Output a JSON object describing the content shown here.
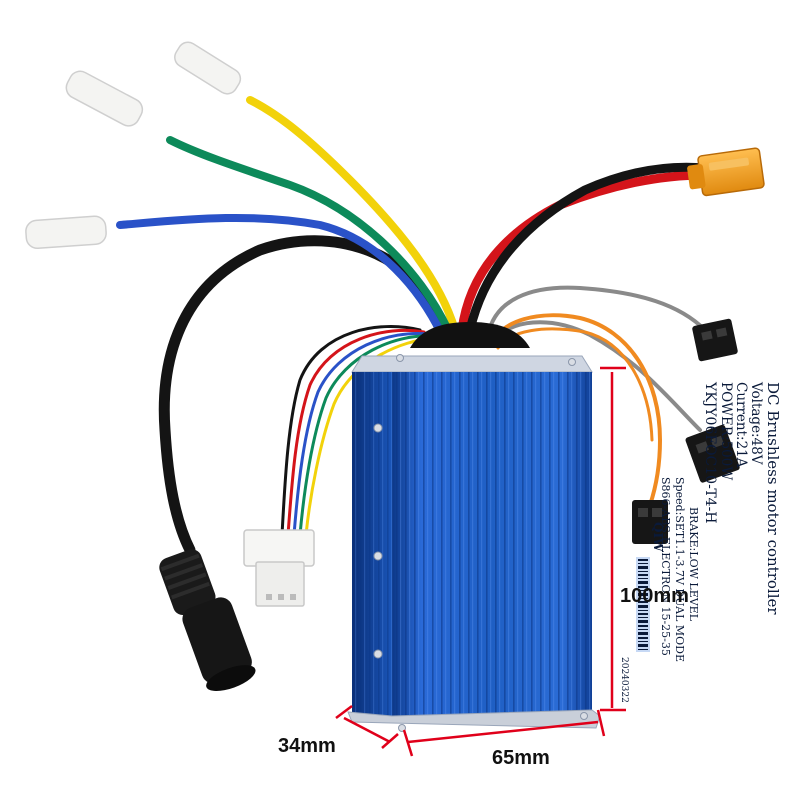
{
  "dimensions": {
    "height": "100mm",
    "width": "65mm",
    "depth": "34mm"
  },
  "housing_print": {
    "brand": "QIW",
    "line1": "DC Brushless motor controller",
    "line2": "Voltage:48V",
    "line3": "Current:21A",
    "line4": "POWER:500W",
    "line5": "YKJY06FOC10-T4-H",
    "line6": "BRAKE:LOW LEVEL",
    "line7": "Speed:SET1.1-3.7V DUAL MODE",
    "line8": "S866-ABS-ELECTRON 15-25-35",
    "line9": "20240322"
  },
  "colors": {
    "housing": "#1f5fc4",
    "housing_dark": "#0d3a8a",
    "dimension_line": "#e0001a",
    "wire_red": "#d4141a",
    "wire_black": "#141414",
    "wire_yellow": "#f2d20a",
    "wire_green": "#0d8a5a",
    "wire_blue": "#2a52c8",
    "wire_orange": "#f08a20",
    "wire_gray": "#8a8a8a",
    "xt_connector": "#f5a020"
  }
}
